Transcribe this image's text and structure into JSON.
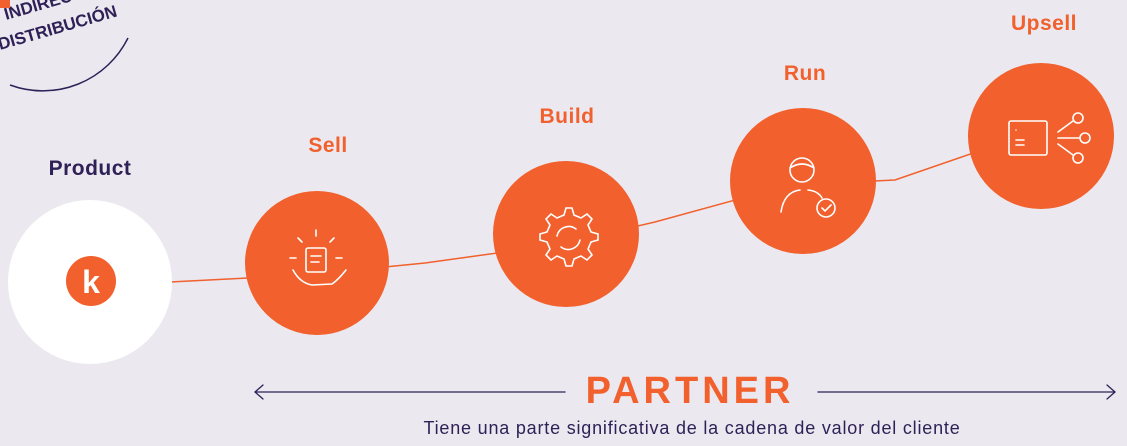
{
  "badge": {
    "line1": "INDIRECTA",
    "line2": "DISTRIBUCIÓN"
  },
  "steps": [
    {
      "label": "Product",
      "icon": "k-logo-icon"
    },
    {
      "label": "Sell",
      "icon": "hand-document-icon"
    },
    {
      "label": "Build",
      "icon": "gear-icon"
    },
    {
      "label": "Run",
      "icon": "user-check-icon"
    },
    {
      "label": "Upsell",
      "icon": "window-share-icon"
    }
  ],
  "logo_letter": "k",
  "partner": {
    "title": "PARTNER",
    "description": "Tiene una parte significativa de la cadena de valor del cliente"
  },
  "colors": {
    "accent": "#f1602d",
    "dark": "#2f2157",
    "background": "#ebe9ef",
    "white": "#ffffff"
  }
}
